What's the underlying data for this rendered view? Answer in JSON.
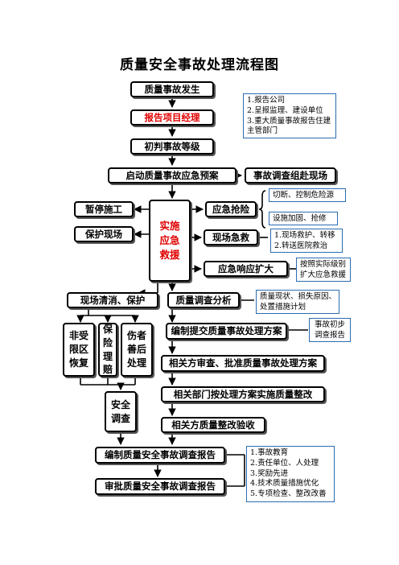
{
  "title": "质量安全事故处理流程图",
  "boxes": {
    "occur": "质量事故发生",
    "report_pm": "报告项目经理",
    "initial_grade": "初判事故等级",
    "start_plan": "启动质量事故应急预案",
    "investigate_team": "事故调查组赴现场",
    "stop_work": "暂停施工",
    "protect_site": "保护现场",
    "implement": "实施应急救援",
    "rescue": "应急抢险",
    "first_aid": "现场急救",
    "expand": "应急响应扩大",
    "clear_site": "现场清消、保护",
    "quality_analysis": "质量调查分析",
    "recover": "非受限区恢复",
    "insurance": "保险理赔",
    "aftercare": "伤者善后处理",
    "compile_plan": "编制提交质量事故处理方案",
    "approve_plan": "相关方审查、批准质量事故处理方案",
    "implement_rectify": "相关部门按处理方案实施质量整改",
    "safety_survey": "安全调查",
    "acceptance": "相关方质量整改验收",
    "compile_report": "编制质量安全事故调查报告",
    "approve_report": "审批质量安全事故调查报告"
  },
  "notes": {
    "report": [
      "1.报告公司",
      "2.呈报监理、建设单位",
      "3.重大质量事故报告住建",
      "主管部门"
    ],
    "cutoff": "切断、控制危险源",
    "reinforce": "设施加固、抢修",
    "aid": [
      "1.现场救护、转移",
      "2.转送医院救治"
    ],
    "level": [
      "按照实际级别",
      "扩大应急救援"
    ],
    "analysis": [
      "质量现状、损失原因、",
      "处置措施计划"
    ],
    "prelim": [
      "事故初步",
      "调查报告"
    ],
    "final": [
      "1.事故教育",
      "2.责任单位、人处理",
      "3.奖励先进",
      "4.技术质量措施优化",
      "5.专项检查、整改改善"
    ]
  }
}
